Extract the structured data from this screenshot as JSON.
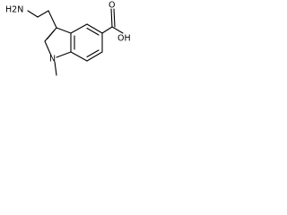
{
  "molecule": {
    "labels": {
      "amine": "H2N",
      "acid": "OH",
      "carbonyl_o": "O",
      "ring_n": "N"
    }
  },
  "colors": {
    "bond": "#000000",
    "text": "#000000",
    "background": "#ffffff"
  }
}
